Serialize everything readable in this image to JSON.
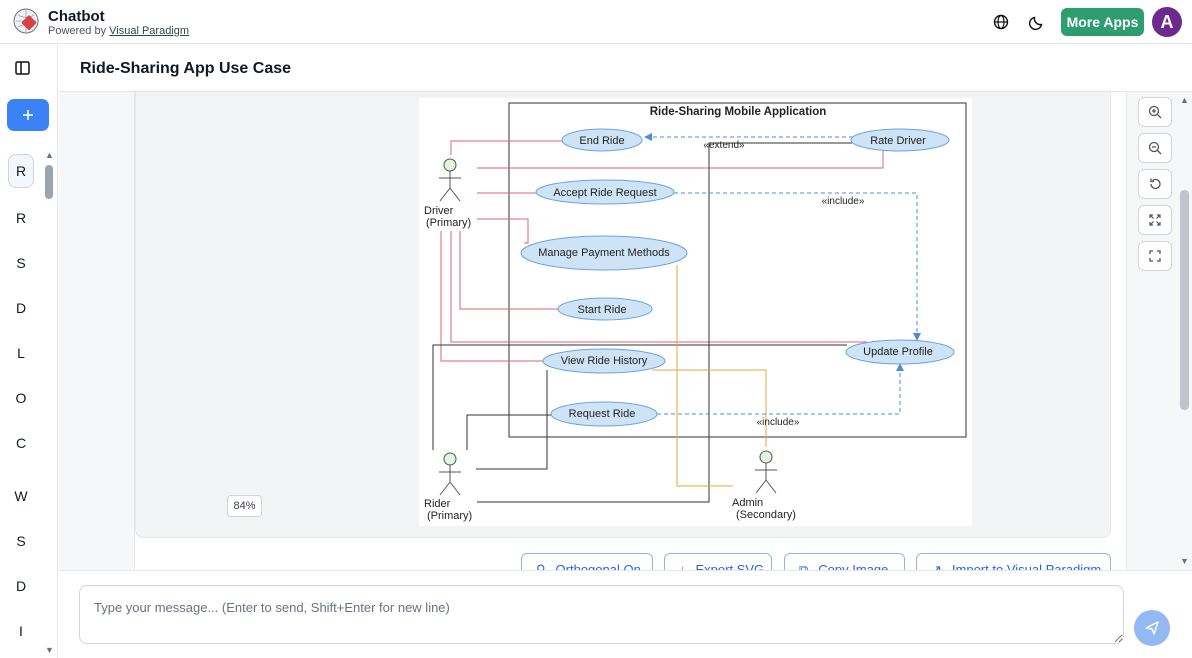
{
  "header": {
    "app_name": "Chatbot",
    "powered_prefix": "Powered by ",
    "powered_link": "Visual Paradigm",
    "more_apps": "More Apps",
    "avatar_initial": "A"
  },
  "rail": {
    "items": [
      "R",
      "R",
      "S",
      "D",
      "L",
      "O",
      "C",
      "W",
      "S",
      "D",
      "I"
    ]
  },
  "page": {
    "title": "Ride-Sharing App Use Case"
  },
  "diagram": {
    "system_name": "Ride-Sharing Mobile Application",
    "use_cases": [
      "End Ride",
      "Rate Driver",
      "Accept Ride Request",
      "Manage Payment Methods",
      "Start Ride",
      "Update Profile",
      "View Ride History",
      "Request Ride"
    ],
    "actors": [
      {
        "name": "Driver",
        "role": "(Primary)"
      },
      {
        "name": "Rider",
        "role": "(Primary)"
      },
      {
        "name": "Admin",
        "role": "(Secondary)"
      }
    ],
    "labels": {
      "extend": "«extend»",
      "include1": "«include»",
      "include2": "«include»"
    },
    "zoom": "84%"
  },
  "actions": {
    "orthogonal": "Orthogonal On",
    "export_svg": "Export SVG",
    "copy_image": "Copy Image",
    "import_vp": "Import to Visual Paradigm"
  },
  "input": {
    "placeholder": "Type your message... (Enter to send, Shift+Enter for new line)"
  },
  "colors": {
    "accent": "#3b82f6",
    "brand_green": "#2e9e6f",
    "avatar": "#6b2a8c",
    "usecase_fill": "#cfe3f7"
  }
}
